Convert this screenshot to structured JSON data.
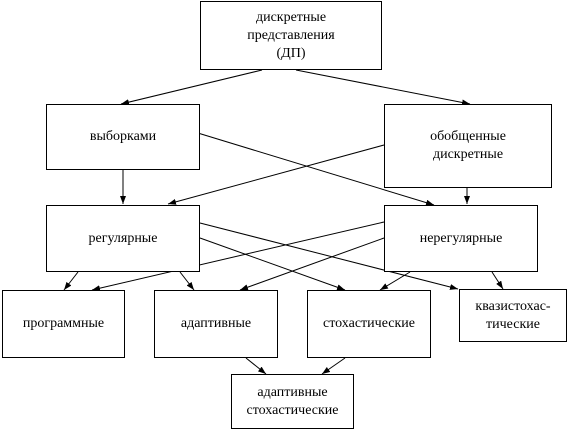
{
  "diagram": {
    "nodes": {
      "root": {
        "lines": [
          "дискретные",
          "представления",
          "(ДП)"
        ]
      },
      "samples": {
        "lines": [
          "выборками"
        ]
      },
      "generalized": {
        "lines": [
          "обобщенные",
          "дискретные"
        ]
      },
      "regular": {
        "lines": [
          "регулярные"
        ]
      },
      "irregular": {
        "lines": [
          "нерегулярные"
        ]
      },
      "programmed": {
        "lines": [
          "программные"
        ]
      },
      "adaptive": {
        "lines": [
          "адаптивные"
        ]
      },
      "stochastic": {
        "lines": [
          "стохастические"
        ]
      },
      "quasistochastic": {
        "lines": [
          "квазистохас-",
          "тические"
        ]
      },
      "adaptive_stochastic": {
        "lines": [
          "адаптивные",
          "стохастические"
        ]
      }
    },
    "edges": [
      {
        "from": "root",
        "to": "samples"
      },
      {
        "from": "root",
        "to": "generalized"
      },
      {
        "from": "samples",
        "to": "regular"
      },
      {
        "from": "samples",
        "to": "irregular"
      },
      {
        "from": "generalized",
        "to": "regular"
      },
      {
        "from": "generalized",
        "to": "irregular"
      },
      {
        "from": "regular",
        "to": "programmed"
      },
      {
        "from": "regular",
        "to": "adaptive"
      },
      {
        "from": "regular",
        "to": "stochastic"
      },
      {
        "from": "regular",
        "to": "quasistochastic"
      },
      {
        "from": "irregular",
        "to": "programmed"
      },
      {
        "from": "irregular",
        "to": "adaptive"
      },
      {
        "from": "irregular",
        "to": "stochastic"
      },
      {
        "from": "irregular",
        "to": "quasistochastic"
      },
      {
        "from": "adaptive",
        "to": "adaptive_stochastic"
      },
      {
        "from": "stochastic",
        "to": "adaptive_stochastic"
      }
    ]
  }
}
